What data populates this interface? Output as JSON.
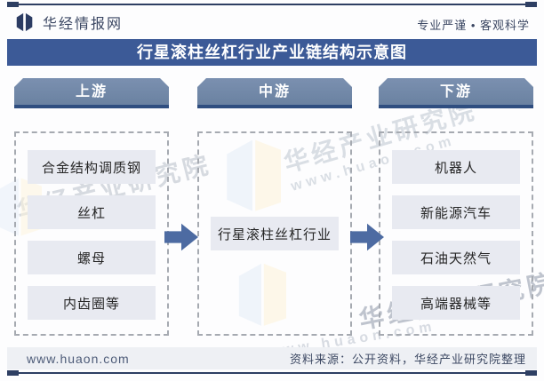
{
  "header": {
    "brand": "华经情报网",
    "slogan": "专业严谨 • 客观科学"
  },
  "title": "行星滚柱丝杠行业产业链结构示意图",
  "chain": {
    "columns": [
      {
        "label": "上游",
        "items": [
          "合金结构调质钢",
          "丝杠",
          "螺母",
          "内齿圈等"
        ]
      },
      {
        "label": "中游",
        "items": [
          "行星滚柱丝杠行业"
        ]
      },
      {
        "label": "下游",
        "items": [
          "机器人",
          "新能源汽车",
          "石油天然气",
          "高端器械等"
        ]
      }
    ]
  },
  "footer": {
    "site": "www.huaon.com",
    "source": "资料来源：公开资料，华经产业研究院整理"
  },
  "watermark": {
    "name": "华经产业研究院",
    "url": "www.huaon.com"
  },
  "colors": {
    "accent_navy": "#2e3f63",
    "title_bar": "#3c5a97",
    "tab_fill": "#6f85a7",
    "tab_border": "#2f4e80",
    "arrow": "#4d6ba2",
    "item_bg": "#e8eaf1",
    "panel_dash": "#a6aab1",
    "footer_bg": "#eef0f4"
  }
}
